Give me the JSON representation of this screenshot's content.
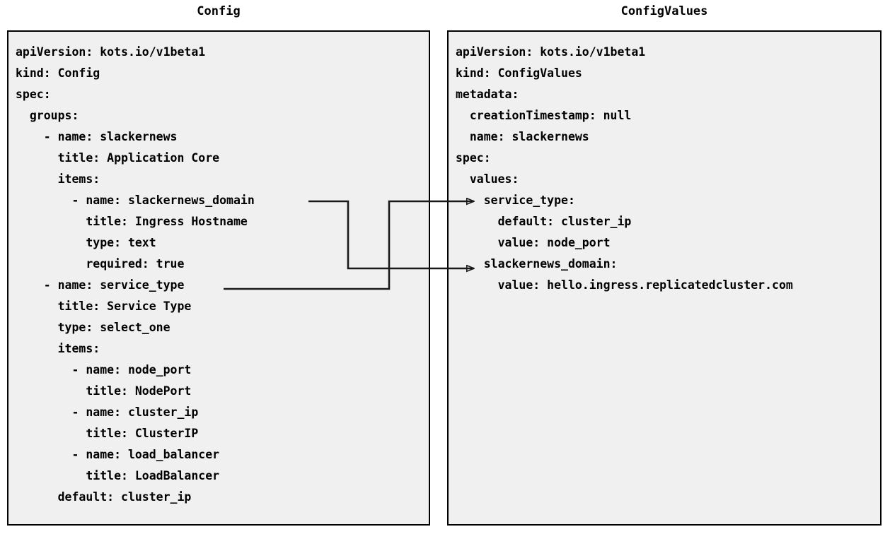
{
  "diagram": {
    "type": "yaml-mapping-diagram",
    "background_color": "#ffffff",
    "panel_fill_color": "#f0f0f0",
    "panel_border_color": "#000000",
    "connector_color": "#1a1a1a"
  },
  "left_panel": {
    "title": "Config",
    "lines": [
      "apiVersion: kots.io/v1beta1",
      "kind: Config",
      "spec:",
      "  groups:",
      "    - name: slackernews",
      "      title: Application Core",
      "      items:",
      "        - name: slackernews_domain",
      "          title: Ingress Hostname",
      "          type: text",
      "          required: true",
      "    - name: service_type",
      "      title: Service Type",
      "      type: select_one",
      "      items:",
      "        - name: node_port",
      "          title: NodePort",
      "        - name: cluster_ip",
      "          title: ClusterIP",
      "        - name: load_balancer",
      "          title: LoadBalancer",
      "      default: cluster_ip"
    ]
  },
  "right_panel": {
    "title": "ConfigValues",
    "lines": [
      "apiVersion: kots.io/v1beta1",
      "kind: ConfigValues",
      "metadata:",
      "  creationTimestamp: null",
      "  name: slackernews",
      "spec:",
      "  values:",
      "    service_type:",
      "      default: cluster_ip",
      "      value: node_port",
      "    slackernews_domain:",
      "      value: hello.ingress.replicatedcluster.com"
    ]
  },
  "connectors": [
    {
      "id": "slackernews-domain-link",
      "from_label": "slackernews_domain",
      "to_label": "slackernews_domain:",
      "arrowhead": "open-triangle"
    },
    {
      "id": "service-type-link",
      "from_label": "service_type",
      "to_label": "service_type:",
      "arrowhead": "open-triangle"
    }
  ]
}
